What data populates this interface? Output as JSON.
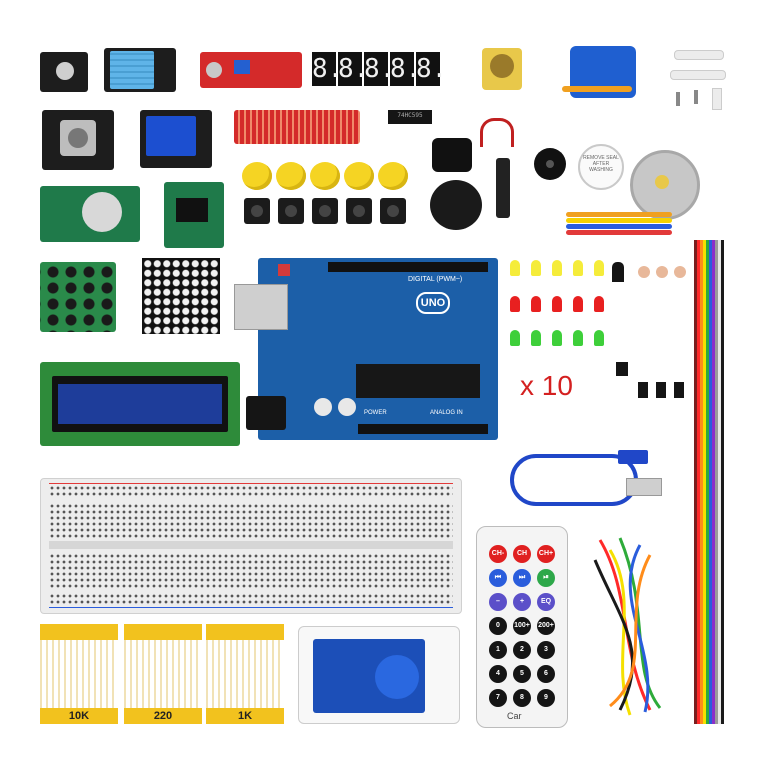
{
  "image": {
    "subject": "Arduino UNO starter kit components",
    "seven_segment_display": [
      "8.",
      "8.",
      "8.",
      "8.",
      "8."
    ],
    "arduino_board_label": "UNO",
    "arduino_header_text": "DIGITAL (PWM~)",
    "arduino_power_text": "POWER",
    "arduino_analog_text": "ANALOG IN",
    "quantity_label": "x 10",
    "resistor_values": [
      "10K",
      "220",
      "1K"
    ],
    "remote_row_labels": {
      "row1": [
        "CH-",
        "CH",
        "CH+"
      ],
      "row2": [
        "⏮",
        "⏭",
        "⏯"
      ],
      "row3": [
        "–",
        "+",
        "EQ"
      ],
      "row4": [
        "0",
        "100+",
        "200+"
      ],
      "row5": [
        "1",
        "2",
        "3"
      ],
      "row6": [
        "4",
        "5",
        "6"
      ],
      "row7": [
        "7",
        "8",
        "9"
      ]
    },
    "remote_brand": "Car",
    "buzzer_sticker": "REMOVE SEAL AFTER WASHING",
    "ic_label": "74HC595",
    "colors": {
      "arduino": "#1c5fa8",
      "breadboard": "#eeeeee",
      "lcd_screen": "#1e3d9a",
      "jumper_ribbon": [
        "#7a1f1f",
        "#ff2a2a",
        "#ff8c1a",
        "#f5e000",
        "#2eab3a",
        "#2a5ddc",
        "#8b2fc9",
        "#9a9a9a",
        "#ffffff",
        "#1a1a1a"
      ]
    }
  }
}
